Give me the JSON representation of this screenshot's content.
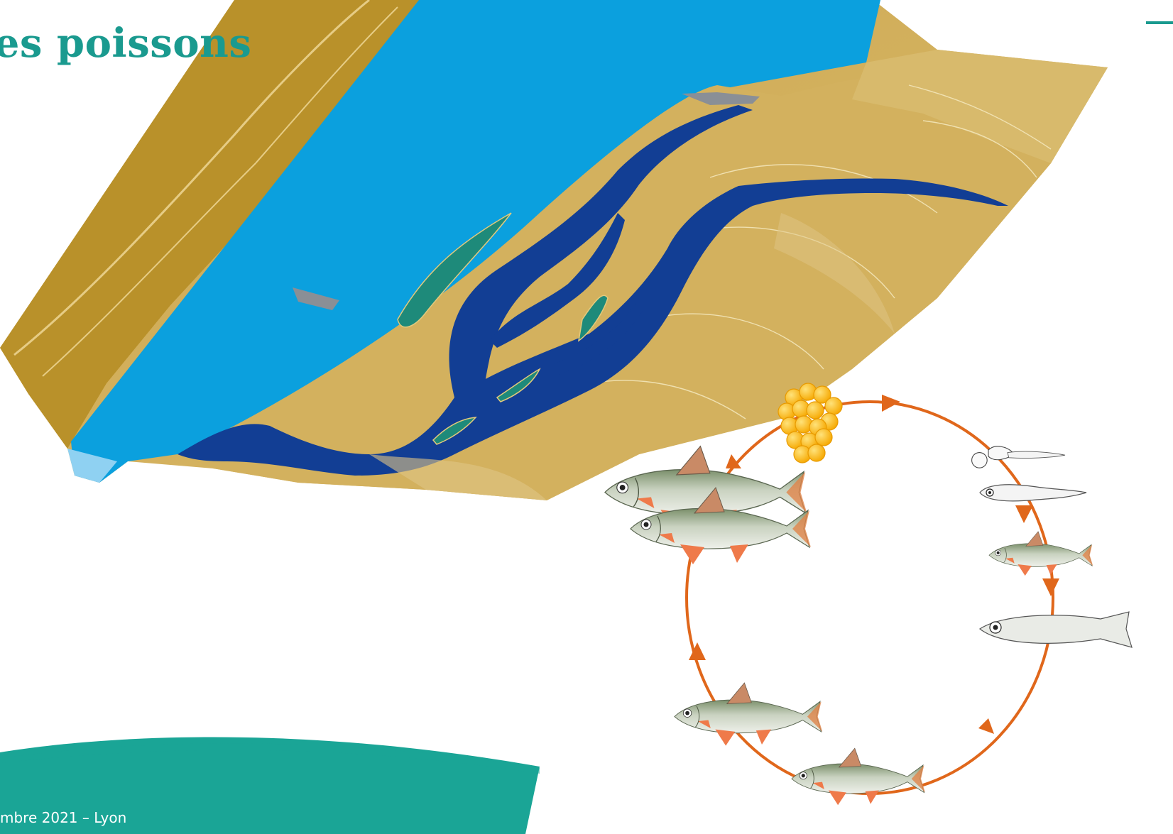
{
  "slide": {
    "title": "les poissons",
    "footer": "mbre 2021 – Lyon"
  },
  "colors": {
    "accent": "#1a9a8f",
    "terrain": "#d3b15e",
    "terrain_dark": "#b9912a",
    "canal": "#0ba0de",
    "braided_river": "#123e94",
    "vegetation": "#1e8a7a",
    "lifecycle_arrow": "#e0671b",
    "eggs": "#ffc21a"
  },
  "figure": {
    "landscape": "river-floodplain-illustration",
    "cycle_stages": [
      "eggs-icon",
      "larva-icon",
      "larva-icon",
      "juvenile-fish-icon",
      "juvenile-fish-icon",
      "adult-fish-icon",
      "adult-fish-icon",
      "adult-fish-icon"
    ]
  }
}
